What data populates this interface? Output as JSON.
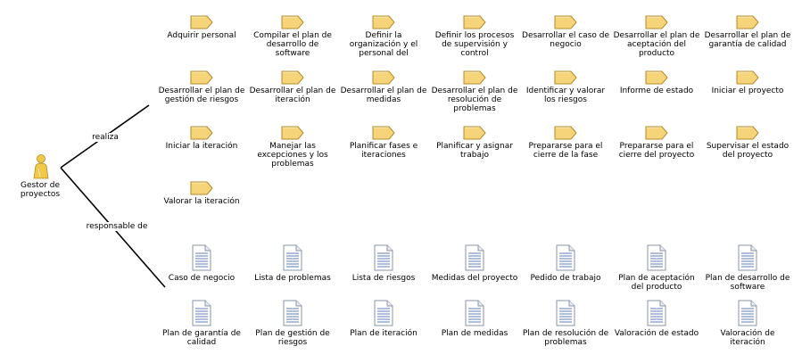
{
  "role": {
    "name": "Gestor de proyectos",
    "icon": "role-person-icon"
  },
  "relations": [
    {
      "label": "realiza"
    },
    {
      "label": "responsable de"
    }
  ],
  "tasks": [
    "Adquirir personal",
    "Compilar el plan de desarrollo de software",
    "Definir la organización y el personal del",
    "Definir los procesos de supervisión y control",
    "Desarrollar el caso de negocio",
    "Desarrollar el plan de aceptación del producto",
    "Desarrollar el plan de garantía de calidad",
    "Desarrollar el plan de gestión de riesgos",
    "Desarrollar el plan de iteración",
    "Desarrollar el plan de medidas",
    "Desarrollar el plan de resolución de problemas",
    "Identificar y valorar los riesgos",
    "Informe de estado",
    "Iniciar el proyecto",
    "Iniciar la iteración",
    "Manejar las excepciones y los problemas",
    "Planificar fases e iteraciones",
    "Planificar y asignar trabajo",
    "Prepararse para el cierre de la fase",
    "Prepararse para el cierre del proyecto",
    "Supervisar el estado del proyecto",
    "Valorar la iteración"
  ],
  "artifacts": [
    "Caso de negocio",
    "Lista de problemas",
    "Lista de riesgos",
    "Medidas del proyecto",
    "Pedido de trabajo",
    "Plan de aceptación del producto",
    "Plan de desarrollo de software",
    "Plan de garantía de calidad",
    "Plan de gestión de riesgos",
    "Plan de iteración",
    "Plan de medidas",
    "Plan de resolución de problemas",
    "Valoración de estado",
    "Valoración de iteración"
  ],
  "icons": {
    "task": "task-arrow-icon",
    "artifact": "artifact-document-icon"
  },
  "colors": {
    "task_fill": "#f6d57a",
    "task_stroke": "#b48a2a",
    "doc_fill": "#ffffff",
    "doc_stroke": "#8a94a6",
    "doc_lines": "#4f6fb5",
    "person_fill": "#f2c84b",
    "line": "#000000"
  }
}
